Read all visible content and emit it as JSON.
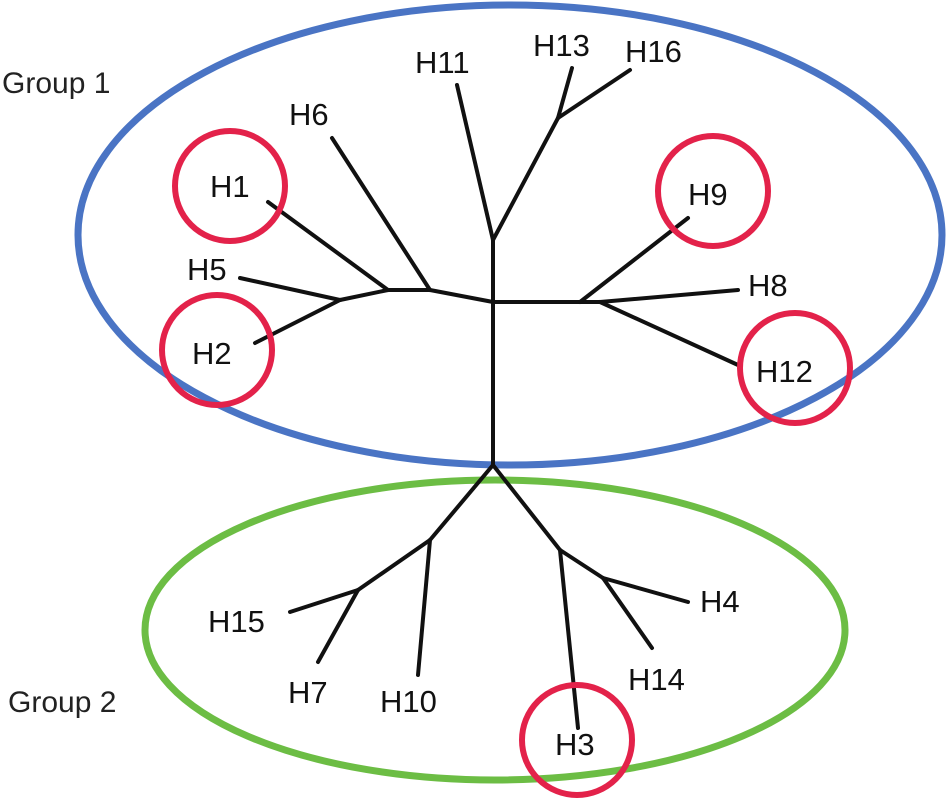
{
  "colors": {
    "group1": "#4a74c4",
    "group2": "#6cbd44",
    "highlight": "#e3224a",
    "branch": "#111111"
  },
  "groups": [
    {
      "id": "group1",
      "label": "Group 1"
    },
    {
      "id": "group2",
      "label": "Group 2"
    }
  ],
  "leaves": [
    {
      "id": "H1",
      "label": "H1",
      "group": "group1",
      "highlighted": true
    },
    {
      "id": "H2",
      "label": "H2",
      "group": "group1",
      "highlighted": true
    },
    {
      "id": "H5",
      "label": "H5",
      "group": "group1",
      "highlighted": false
    },
    {
      "id": "H6",
      "label": "H6",
      "group": "group1",
      "highlighted": false
    },
    {
      "id": "H11",
      "label": "H11",
      "group": "group1",
      "highlighted": false
    },
    {
      "id": "H13",
      "label": "H13",
      "group": "group1",
      "highlighted": false
    },
    {
      "id": "H16",
      "label": "H16",
      "group": "group1",
      "highlighted": false
    },
    {
      "id": "H9",
      "label": "H9",
      "group": "group1",
      "highlighted": true
    },
    {
      "id": "H8",
      "label": "H8",
      "group": "group1",
      "highlighted": false
    },
    {
      "id": "H12",
      "label": "H12",
      "group": "group1",
      "highlighted": true
    },
    {
      "id": "H15",
      "label": "H15",
      "group": "group2",
      "highlighted": false
    },
    {
      "id": "H7",
      "label": "H7",
      "group": "group2",
      "highlighted": false
    },
    {
      "id": "H10",
      "label": "H10",
      "group": "group2",
      "highlighted": false
    },
    {
      "id": "H3",
      "label": "H3",
      "group": "group2",
      "highlighted": true
    },
    {
      "id": "H14",
      "label": "H14",
      "group": "group2",
      "highlighted": false
    },
    {
      "id": "H4",
      "label": "H4",
      "group": "group2",
      "highlighted": false
    }
  ]
}
